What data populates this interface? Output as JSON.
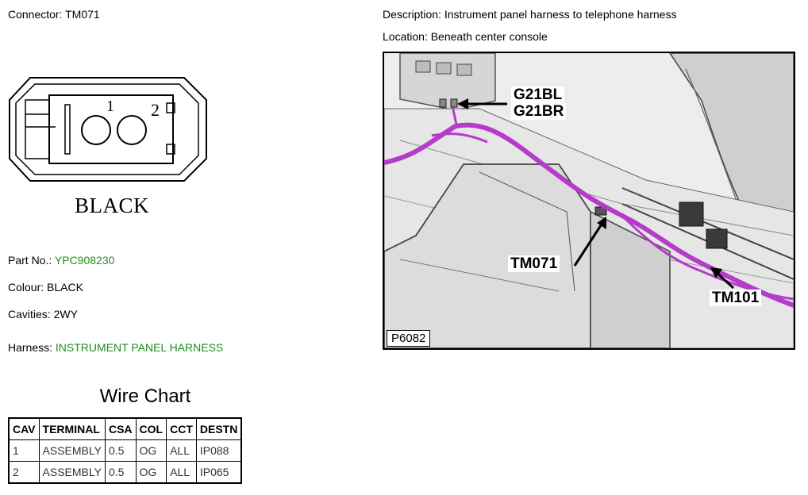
{
  "connector": {
    "label": "Connector:",
    "id": "TM071",
    "color_label": "BLACK",
    "pin_1": "1",
    "pin_2": "2"
  },
  "description": {
    "label": "Description:",
    "text": "Instrument panel harness to telephone harness"
  },
  "location": {
    "label": "Location:",
    "text": "Beneath center console"
  },
  "part": {
    "label": "Part No.:",
    "value": "YPC908230"
  },
  "colour": {
    "label": "Colour:",
    "value": "BLACK"
  },
  "cavities": {
    "label": "Cavities:",
    "value": "2WY"
  },
  "harness": {
    "label": "Harness:",
    "value": "INSTRUMENT PANEL HARNESS"
  },
  "wire_chart": {
    "title": "Wire Chart",
    "headers": [
      "CAV",
      "TERMINAL",
      "CSA",
      "COL",
      "CCT",
      "DESTN"
    ],
    "rows": [
      [
        "1",
        "ASSEMBLY",
        "0.5",
        "OG",
        "ALL",
        "IP088"
      ],
      [
        "2",
        "ASSEMBLY",
        "0.5",
        "OG",
        "ALL",
        "IP065"
      ]
    ]
  },
  "photo": {
    "id": "P6082",
    "callouts": [
      "G21BL",
      "G21BR",
      "TM071",
      "TM101"
    ]
  },
  "colors": {
    "link_green": "#1f8f1f",
    "harness_magenta": "#b43cc8"
  }
}
